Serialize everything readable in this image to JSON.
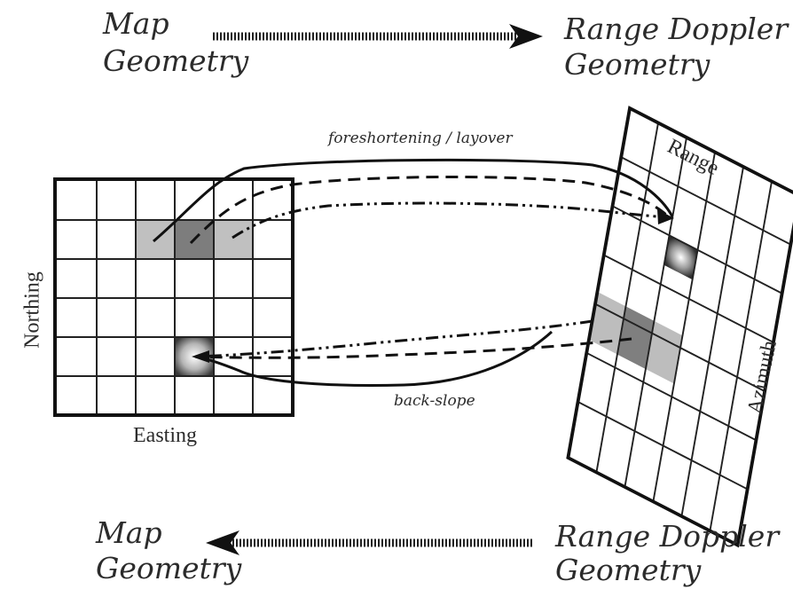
{
  "header": {
    "left": [
      "Map",
      "Geometry"
    ],
    "right": [
      "Range Doppler",
      "Geometry"
    ]
  },
  "footer": {
    "left": [
      "Map",
      "Geometry"
    ],
    "right": [
      "Range Doppler",
      "Geometry"
    ]
  },
  "map_grid": {
    "x_axis_label": "Easting",
    "y_axis_label": "Northing",
    "rows": 6,
    "cols": 6
  },
  "range_doppler_grid": {
    "top_axis_label": "Range",
    "side_axis_label": "Azimuth"
  },
  "annotations": {
    "top_curve": "foreshortening / layover",
    "bottom_curve": "back-slope"
  },
  "colors": {
    "ink": "#222222",
    "light_fill": "#bdbdbd",
    "dark_fill": "#7f7f7f"
  },
  "icons": {
    "forward_arrow": "right-arrow-icon",
    "backward_arrow": "left-arrow-icon"
  }
}
